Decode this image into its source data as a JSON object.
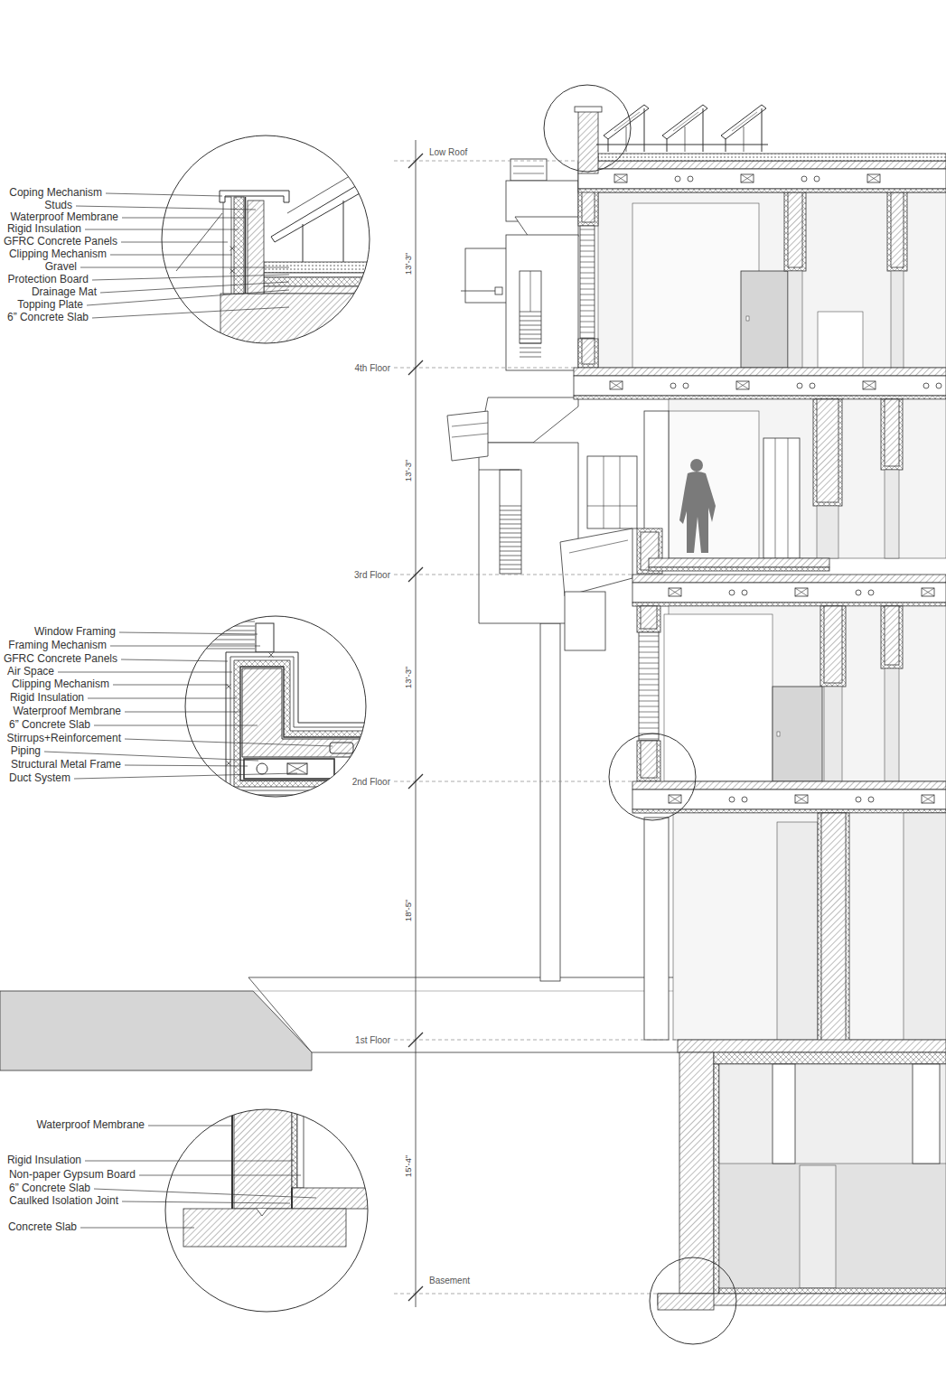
{
  "diagram": {
    "labels": [
      "Coping Mechanism",
      "Studs",
      "Waterproof Membrane",
      "Rigid Insulation",
      "GFRC Concrete Panels",
      "Clipping Mechanism",
      "Gravel",
      "Protection Board",
      "Drainage Mat",
      "Topping Plate",
      "6” Concrete Slab",
      "Low Roof",
      "13’-3”",
      "4th Floor",
      "13’-3”",
      "3rd Floor",
      "Window Framing",
      "Framing Mechanism",
      "GFRC Concrete Panels",
      "Air Space",
      "Clipping Mechanism",
      "Rigid Insulation",
      "Waterproof Membrane",
      "6” Concrete Slab",
      "Stirrups+Reinforcement",
      "Piping",
      "Structural Metal Frame",
      "Duct System",
      "13’-3”",
      "2nd Floor",
      "18’-5”",
      "1st Floor",
      "Waterproof Membrane",
      "Rigid Insulation",
      "Non-paper Gypsum Board",
      "6” Concrete Slab",
      "Caulked Isolation Joint",
      "Concrete Slab",
      "15’-4”",
      "Basement"
    ]
  }
}
